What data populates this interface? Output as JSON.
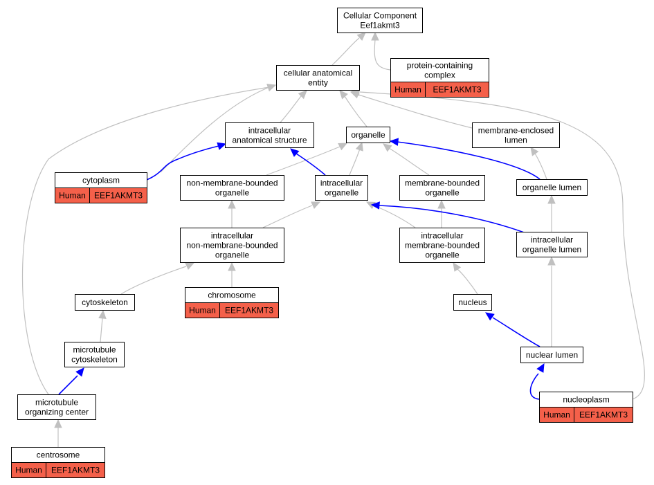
{
  "colors": {
    "edge_gray": "#c0c0c0",
    "edge_blue": "#0000ff",
    "annotation_fill": "#f4604a",
    "node_border": "#000000"
  },
  "nodes": {
    "root": {
      "lines": [
        "Cellular Component",
        "Eef1akmt3"
      ]
    },
    "cae": {
      "lines": [
        "cellular anatomical",
        "entity"
      ]
    },
    "pcc": {
      "lines": [
        "protein-containing",
        "complex"
      ],
      "annotation": [
        "Human",
        "EEF1AKMT3"
      ]
    },
    "ias": {
      "lines": [
        "intracellular",
        "anatomical structure"
      ]
    },
    "organelle": {
      "lines": [
        "organelle"
      ]
    },
    "mel": {
      "lines": [
        "membrane-enclosed",
        "lumen"
      ]
    },
    "cytoplasm": {
      "lines": [
        "cytoplasm"
      ],
      "annotation": [
        "Human",
        "EEF1AKMT3"
      ]
    },
    "nmbo": {
      "lines": [
        "non-membrane-bounded",
        "organelle"
      ]
    },
    "io": {
      "lines": [
        "intracellular",
        "organelle"
      ]
    },
    "mbo": {
      "lines": [
        "membrane-bounded",
        "organelle"
      ]
    },
    "ol": {
      "lines": [
        "organelle lumen"
      ]
    },
    "inmbo": {
      "lines": [
        "intracellular",
        "non-membrane-bounded",
        "organelle"
      ]
    },
    "imbo": {
      "lines": [
        "intracellular",
        "membrane-bounded",
        "organelle"
      ]
    },
    "iol": {
      "lines": [
        "intracellular",
        "organelle lumen"
      ]
    },
    "cytoskeleton": {
      "lines": [
        "cytoskeleton"
      ]
    },
    "chromosome": {
      "lines": [
        "chromosome"
      ],
      "annotation": [
        "Human",
        "EEF1AKMT3"
      ]
    },
    "nucleus": {
      "lines": [
        "nucleus"
      ]
    },
    "mtc": {
      "lines": [
        "microtubule",
        "cytoskeleton"
      ]
    },
    "nl": {
      "lines": [
        "nuclear lumen"
      ]
    },
    "mtoc": {
      "lines": [
        "microtubule",
        "organizing center"
      ]
    },
    "nucleoplasm": {
      "lines": [
        "nucleoplasm"
      ],
      "annotation": [
        "Human",
        "EEF1AKMT3"
      ]
    },
    "centrosome": {
      "lines": [
        "centrosome"
      ],
      "annotation": [
        "Human",
        "EEF1AKMT3"
      ]
    }
  }
}
